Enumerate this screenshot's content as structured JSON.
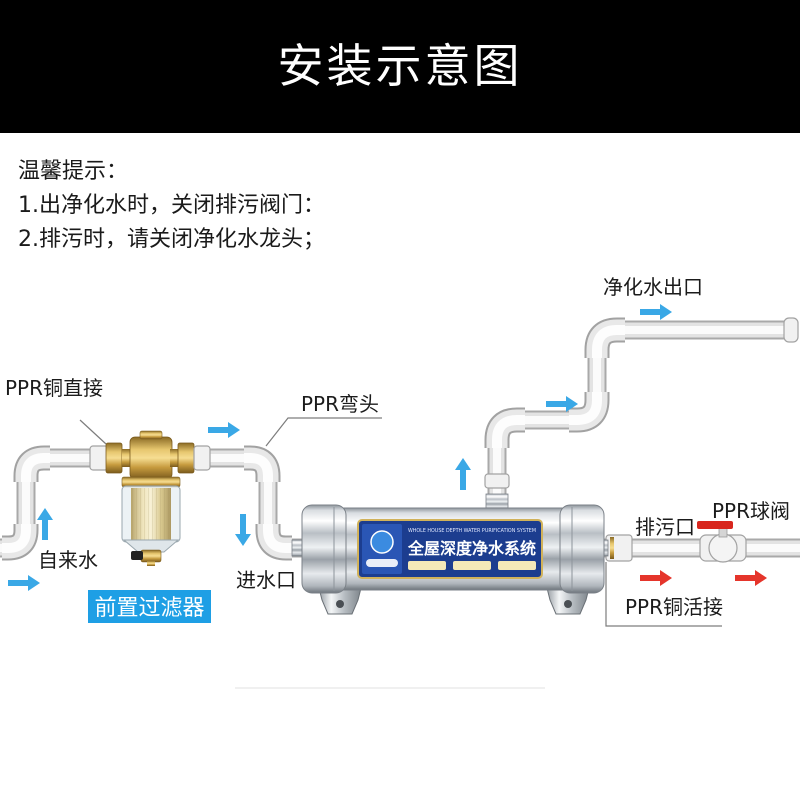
{
  "header": {
    "title": "安装示意图"
  },
  "tips": {
    "heading": "温馨提示：",
    "lines": [
      "1.出净化水时，关闭排污阀门：",
      "2.排污时，请关闭净化水龙头；"
    ]
  },
  "labels": {
    "outlet": "净化水出口",
    "ppr_copper_straight": "PPR铜直接",
    "ppr_elbow": "PPR弯头",
    "tap_water": "自来水",
    "inlet": "进水口",
    "prefilter": "前置过滤器",
    "drain": "排污口",
    "ball_valve": "PPR球阀",
    "copper_union": "PPR铜活接"
  },
  "purifier": {
    "title": "全屋深度净水系统",
    "subtitle": "WHOLE HOUSE DEPTH WATER PURIFICATION SYSTEM"
  },
  "icons": {
    "flow": "arrow-icon",
    "valve": "ball-valve-icon",
    "filter": "prefilter-icon"
  },
  "colors": {
    "header_bg": "#000000",
    "flow_arrow": "#3aa8e6",
    "drain_arrow": "#e5352b",
    "prefilter_badge": "#1e9fe5",
    "valve_handle": "#d8261d",
    "label_plate": "#1c3d8f"
  }
}
